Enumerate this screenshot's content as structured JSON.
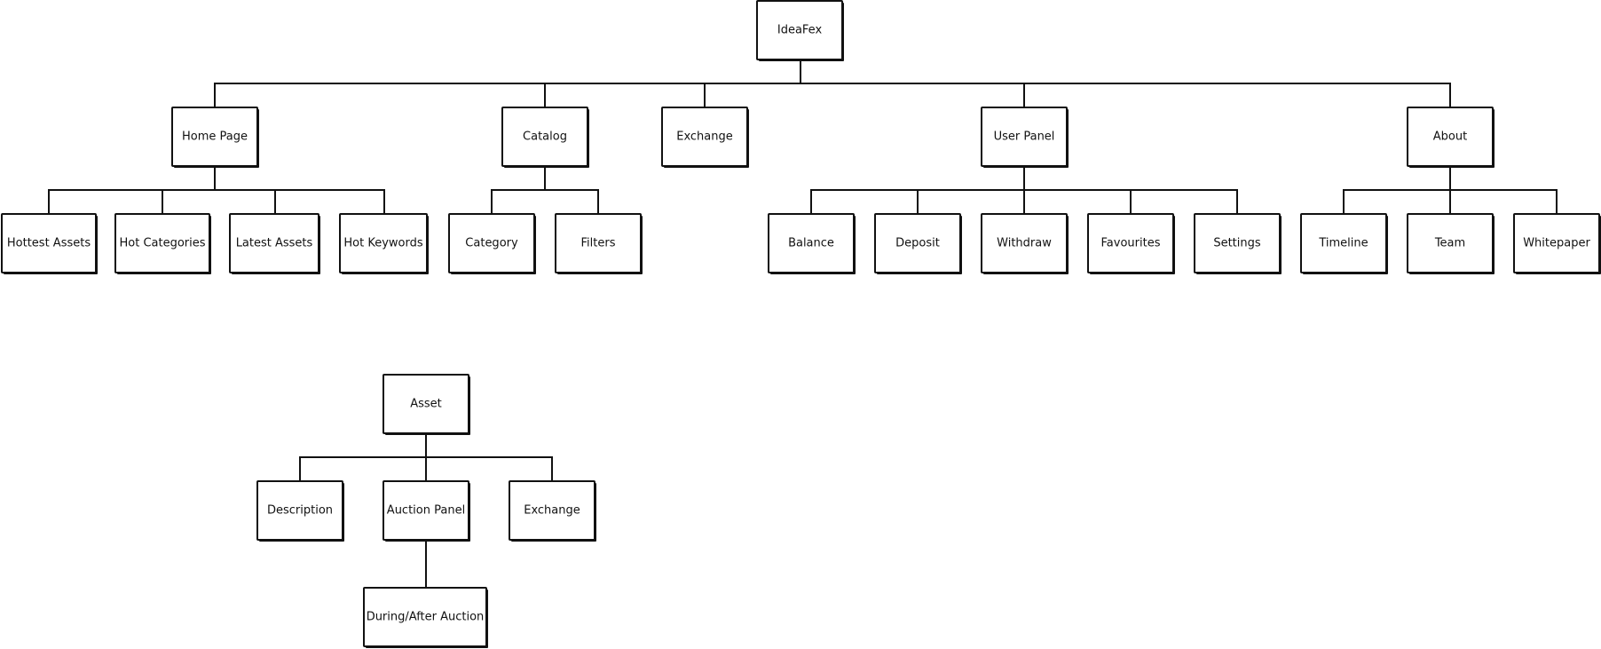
{
  "sitemap": {
    "title": "IdeaFex",
    "sections": [
      {
        "label": "Home Page",
        "children": [
          "Hottest Assets",
          "Hot Categories",
          "Latest Assets",
          "Hot Keywords"
        ]
      },
      {
        "label": "Catalog",
        "children": [
          "Category",
          "Filters"
        ]
      },
      {
        "label": "Exchange",
        "children": []
      },
      {
        "label": "User Panel",
        "children": [
          "Balance",
          "Deposit",
          "Withdraw",
          "Favourites",
          "Settings"
        ]
      },
      {
        "label": "About",
        "children": [
          "Timeline",
          "Team",
          "Whitepaper"
        ]
      }
    ]
  },
  "asset_page": {
    "title": "Asset",
    "sections": [
      {
        "label": "Description",
        "children": []
      },
      {
        "label": "Auction Panel",
        "children": [
          "During/After Auction"
        ]
      },
      {
        "label": "Exchange",
        "children": []
      }
    ]
  }
}
